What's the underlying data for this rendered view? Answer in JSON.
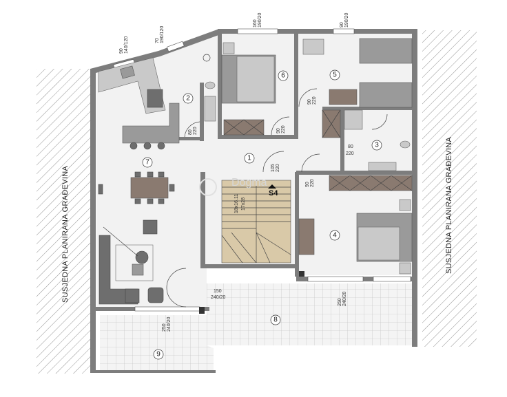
{
  "neighbour_label": "SUSJEDNA PLANIRANA GRAĐEVINA",
  "rooms": [
    {
      "id": "room-1",
      "number": "1"
    },
    {
      "id": "room-2",
      "number": "2"
    },
    {
      "id": "room-3",
      "number": "3"
    },
    {
      "id": "room-4",
      "number": "4"
    },
    {
      "id": "room-5",
      "number": "5"
    },
    {
      "id": "room-6",
      "number": "6"
    },
    {
      "id": "room-7",
      "number": "7"
    },
    {
      "id": "room-8",
      "number": "8"
    },
    {
      "id": "room-9",
      "number": "9"
    }
  ],
  "stair": {
    "label": "S4",
    "size": "18x16.11",
    "steps": "17x28"
  },
  "watermark": "Dogma",
  "openings": {
    "top_win_a": [
      "90",
      "140/120"
    ],
    "top_win_b": [
      "70",
      "190/120"
    ],
    "top_win_c": [
      "160",
      "190/20"
    ],
    "top_win_d": [
      "90",
      "190/20"
    ],
    "door_room2": [
      "80",
      "220"
    ],
    "door_room6": [
      "90",
      "220"
    ],
    "door_room5": [
      "90",
      "220"
    ],
    "door_room3": [
      "80",
      "220"
    ],
    "door_entry": [
      "105",
      "220"
    ],
    "door_room4": [
      "90",
      "220"
    ],
    "terrace_door_a": [
      "150",
      "240/20"
    ],
    "terrace_door_b": [
      "250",
      "240/20"
    ],
    "terrace_door_c": [
      "250",
      "240/20"
    ]
  }
}
